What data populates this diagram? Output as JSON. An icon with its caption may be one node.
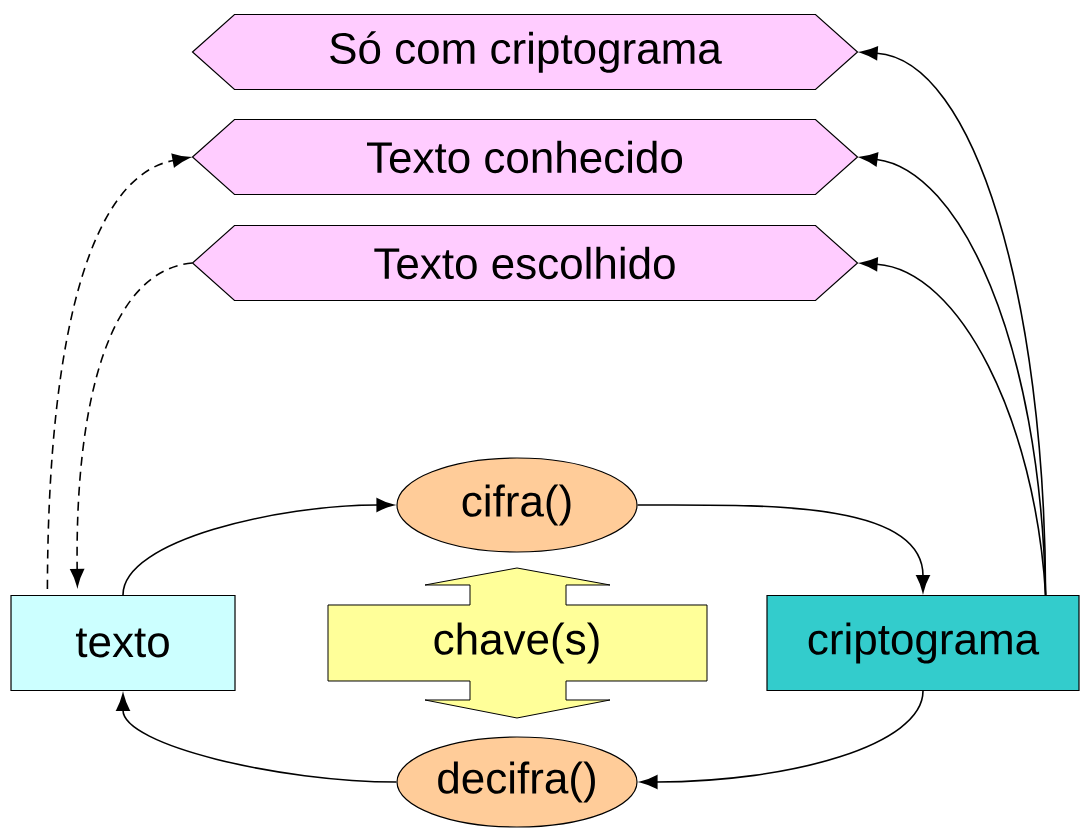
{
  "diagram": {
    "nodes": [
      {
        "text": [
          "Só com criptograma"
        ]
      },
      {
        "text": [
          "Texto conhecido"
        ]
      },
      {
        "text": [
          "Texto escolhido"
        ]
      },
      {
        "text": [
          "cifra()"
        ]
      },
      {
        "text": [
          "texto"
        ]
      },
      {
        "text": [
          "chave(s)"
        ]
      },
      {
        "text": [
          "criptograma"
        ]
      },
      {
        "text": [
          "decifra()"
        ]
      }
    ],
    "edges": [
      {
        "from": 6,
        "to": 0,
        "arrow": "to"
      },
      {
        "from": 6,
        "to": 1,
        "arrow": "to"
      },
      {
        "from": 6,
        "to": 2,
        "arrow": "to"
      },
      {
        "from": 4,
        "to": 1,
        "arrow": "to",
        "style": "dashed"
      },
      {
        "from": 2,
        "to": 4,
        "arrow": "to",
        "style": "dashed"
      },
      {
        "from": 4,
        "to": 3,
        "arrow": "to"
      },
      {
        "from": 3,
        "to": 6,
        "arrow": "to"
      },
      {
        "from": 6,
        "to": 7,
        "arrow": "to"
      },
      {
        "from": 7,
        "to": 4,
        "arrow": "to"
      }
    ]
  }
}
